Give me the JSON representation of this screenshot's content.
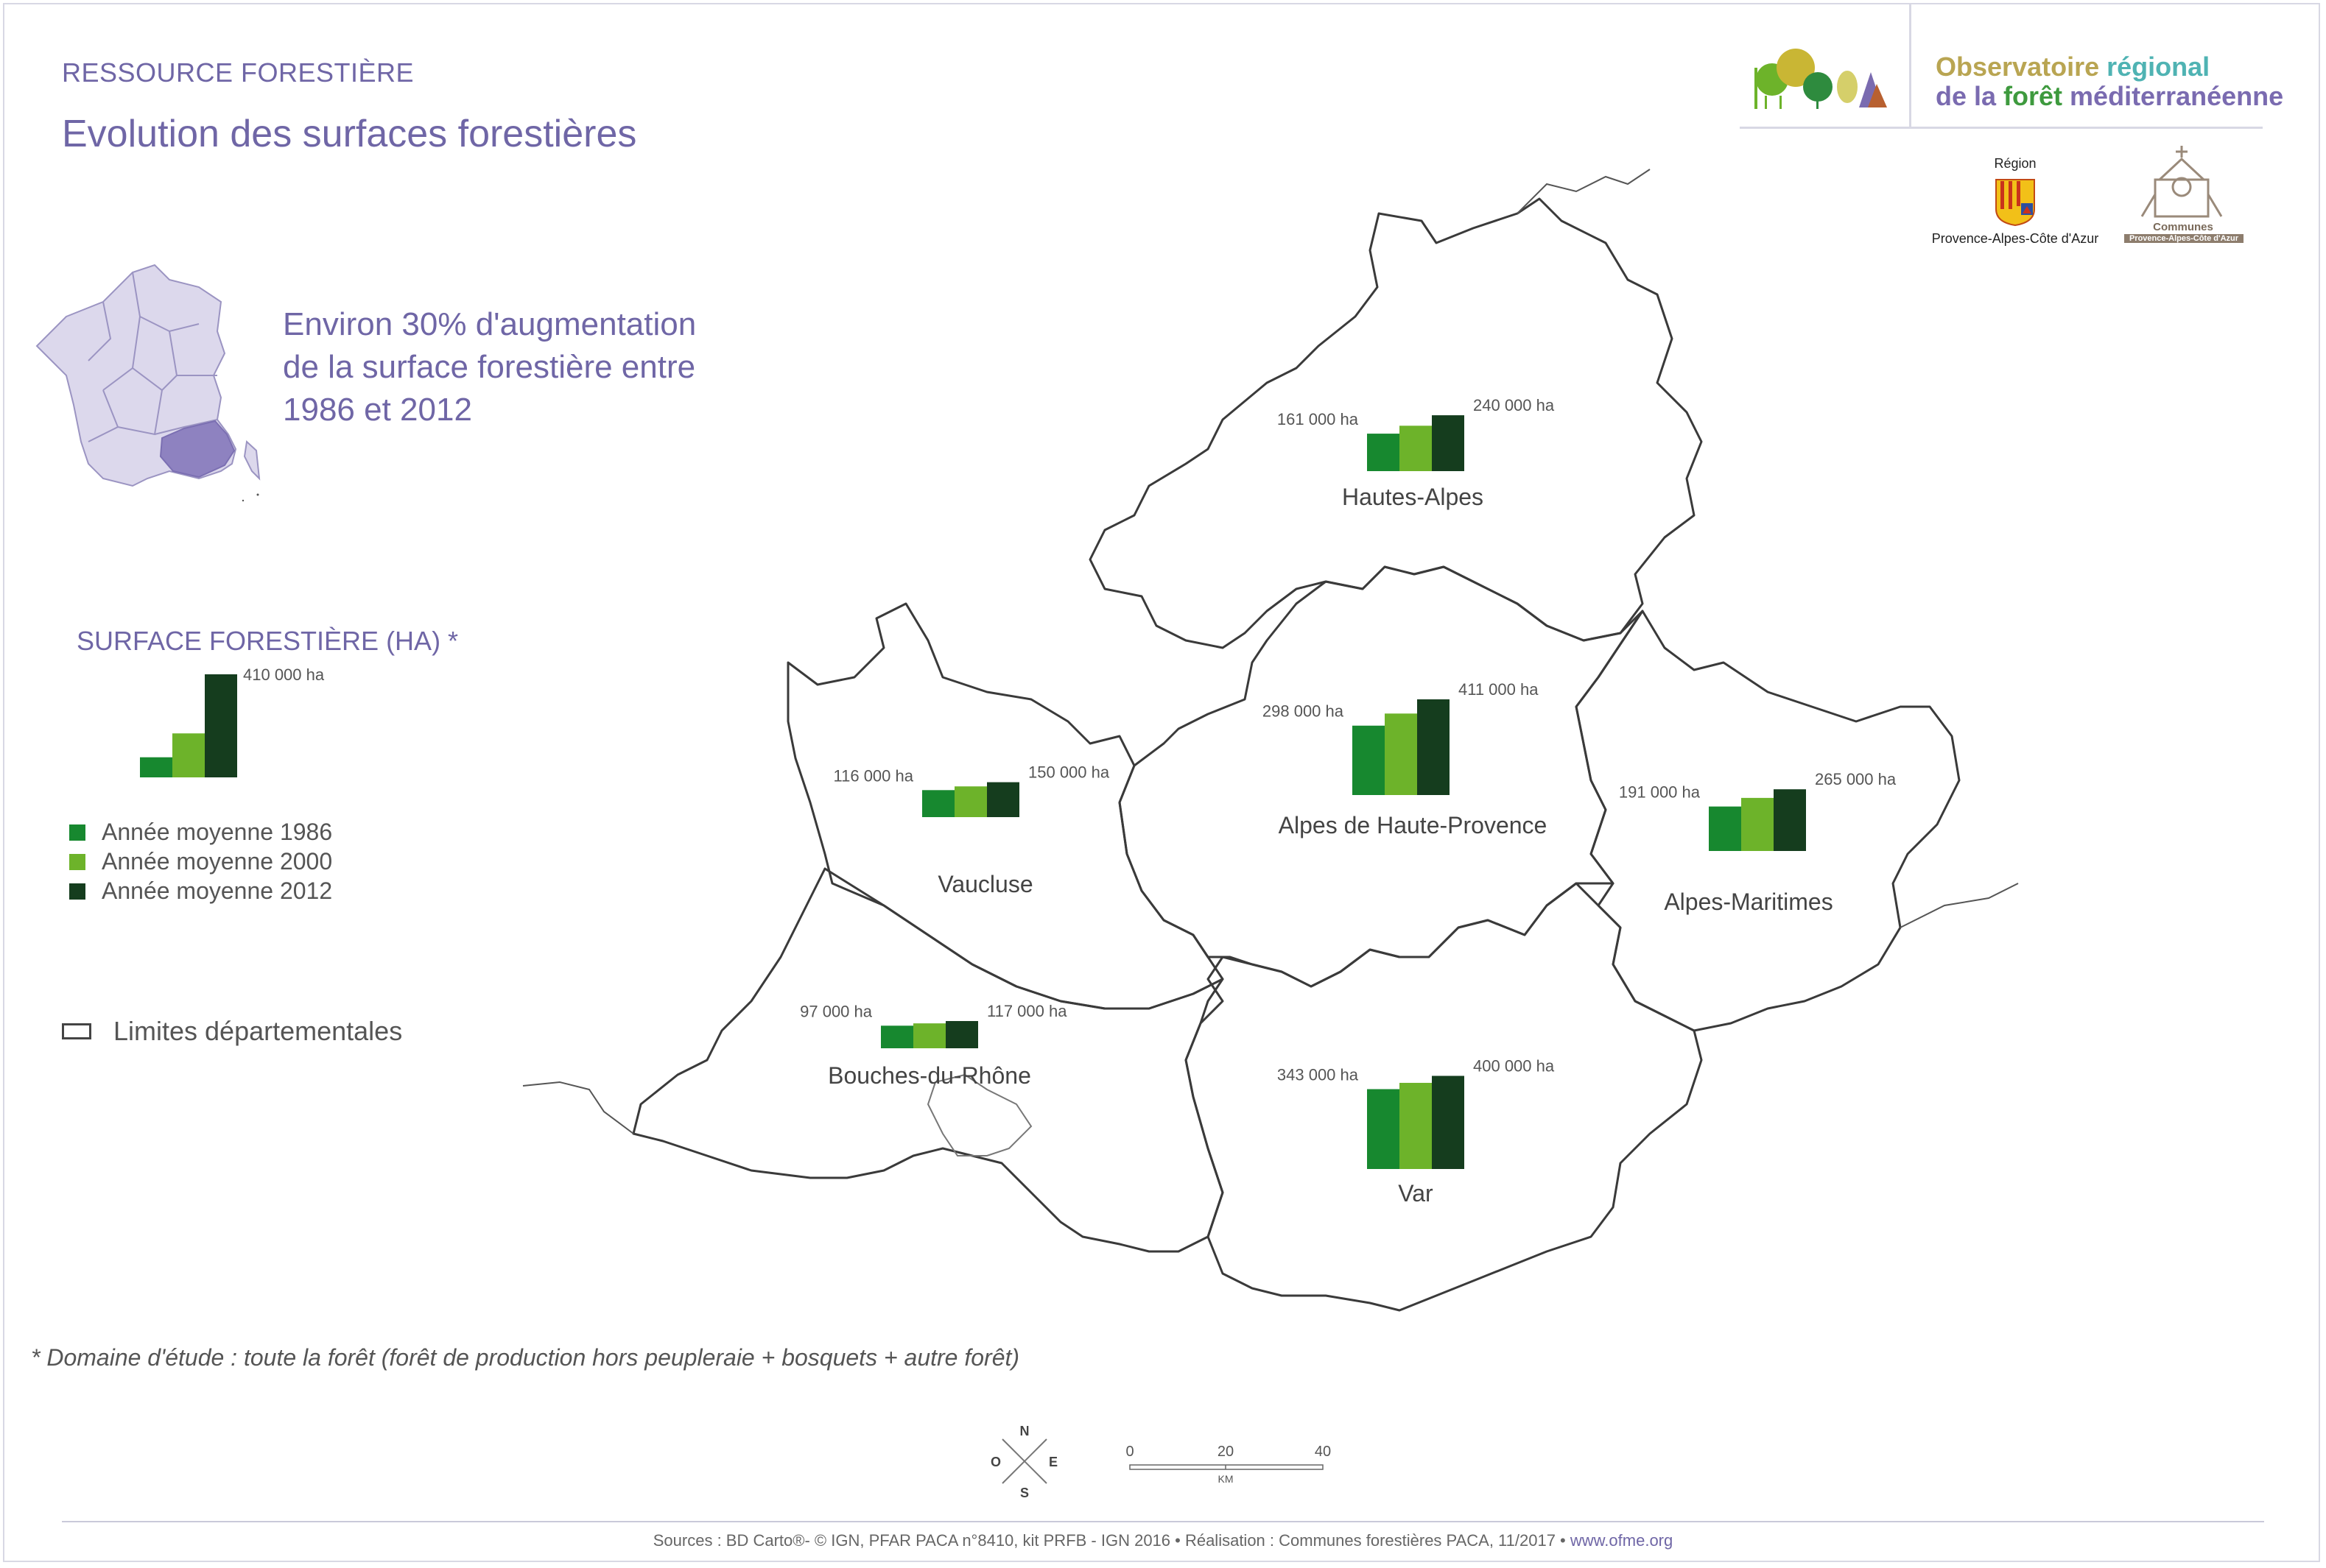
{
  "header": {
    "section": "RESSOURCE FORESTIÈRE",
    "title": "Evolution des surfaces forestières",
    "headline_lines": [
      "Environ 30% d'augmentation",
      "de la surface forestière entre",
      "1986 et 2012"
    ]
  },
  "logos": {
    "observatoire_line1_a": "Observatoire ",
    "observatoire_line1_b": "régional",
    "observatoire_line2_a": "de la ",
    "observatoire_line2_b": "forêt",
    "observatoire_line2_c": " méditerranéenne",
    "region_top": "Région",
    "region_bottom": "Provence-Alpes-Côte d'Azur",
    "communes_line1": "Communes forestières",
    "communes_line2": "Provence-Alpes-Côte d'Azur"
  },
  "legend": {
    "title": "SURFACE FORESTIÈRE (HA) *",
    "example_label": "410 000 ha",
    "example_values": [
      80,
      175,
      410
    ],
    "items": [
      {
        "label": "Année moyenne 1986",
        "color": "#17882f"
      },
      {
        "label": "Année moyenne 2000",
        "color": "#6db32a"
      },
      {
        "label": "Année moyenne 2012",
        "color": "#153d1e"
      }
    ],
    "limits_label": "Limites départementales"
  },
  "departments": [
    {
      "name": "Hautes-Alpes",
      "low_label": "161 000 ha",
      "high_label": "240 000 ha",
      "values": [
        161000,
        195000,
        240000
      ]
    },
    {
      "name": "Alpes de Haute-Provence",
      "low_label": "298 000 ha",
      "high_label": "411 000 ha",
      "values": [
        298000,
        350000,
        411000
      ]
    },
    {
      "name": "Vaucluse",
      "low_label": "116 000 ha",
      "high_label": "150 000 ha",
      "values": [
        116000,
        132000,
        150000
      ]
    },
    {
      "name": "Alpes-Maritimes",
      "low_label": "191 000 ha",
      "high_label": "265 000 ha",
      "values": [
        191000,
        228000,
        265000
      ]
    },
    {
      "name": "Bouches-du-Rhône",
      "low_label": "97 000 ha",
      "high_label": "117 000 ha",
      "values": [
        97000,
        107000,
        117000
      ]
    },
    {
      "name": "Var",
      "low_label": "343 000 ha",
      "high_label": "400 000 ha",
      "values": [
        343000,
        370000,
        400000
      ]
    }
  ],
  "compass": {
    "n": "N",
    "s": "S",
    "e": "E",
    "o": "O"
  },
  "scale": {
    "ticks": [
      "0",
      "20",
      "40"
    ],
    "unit": "KM"
  },
  "footnote": "* Domaine d'étude : toute la forêt (forêt de production hors peupleraie + bosquets + autre forêt)",
  "sources": {
    "text": "Sources : BD Carto®- © IGN, PFAR PACA n°8410,  kit PRFB - IGN 2016 • Réalisation : Communes forestières PACA, 11/2017 • ",
    "url": "www.ofme.org"
  }
}
